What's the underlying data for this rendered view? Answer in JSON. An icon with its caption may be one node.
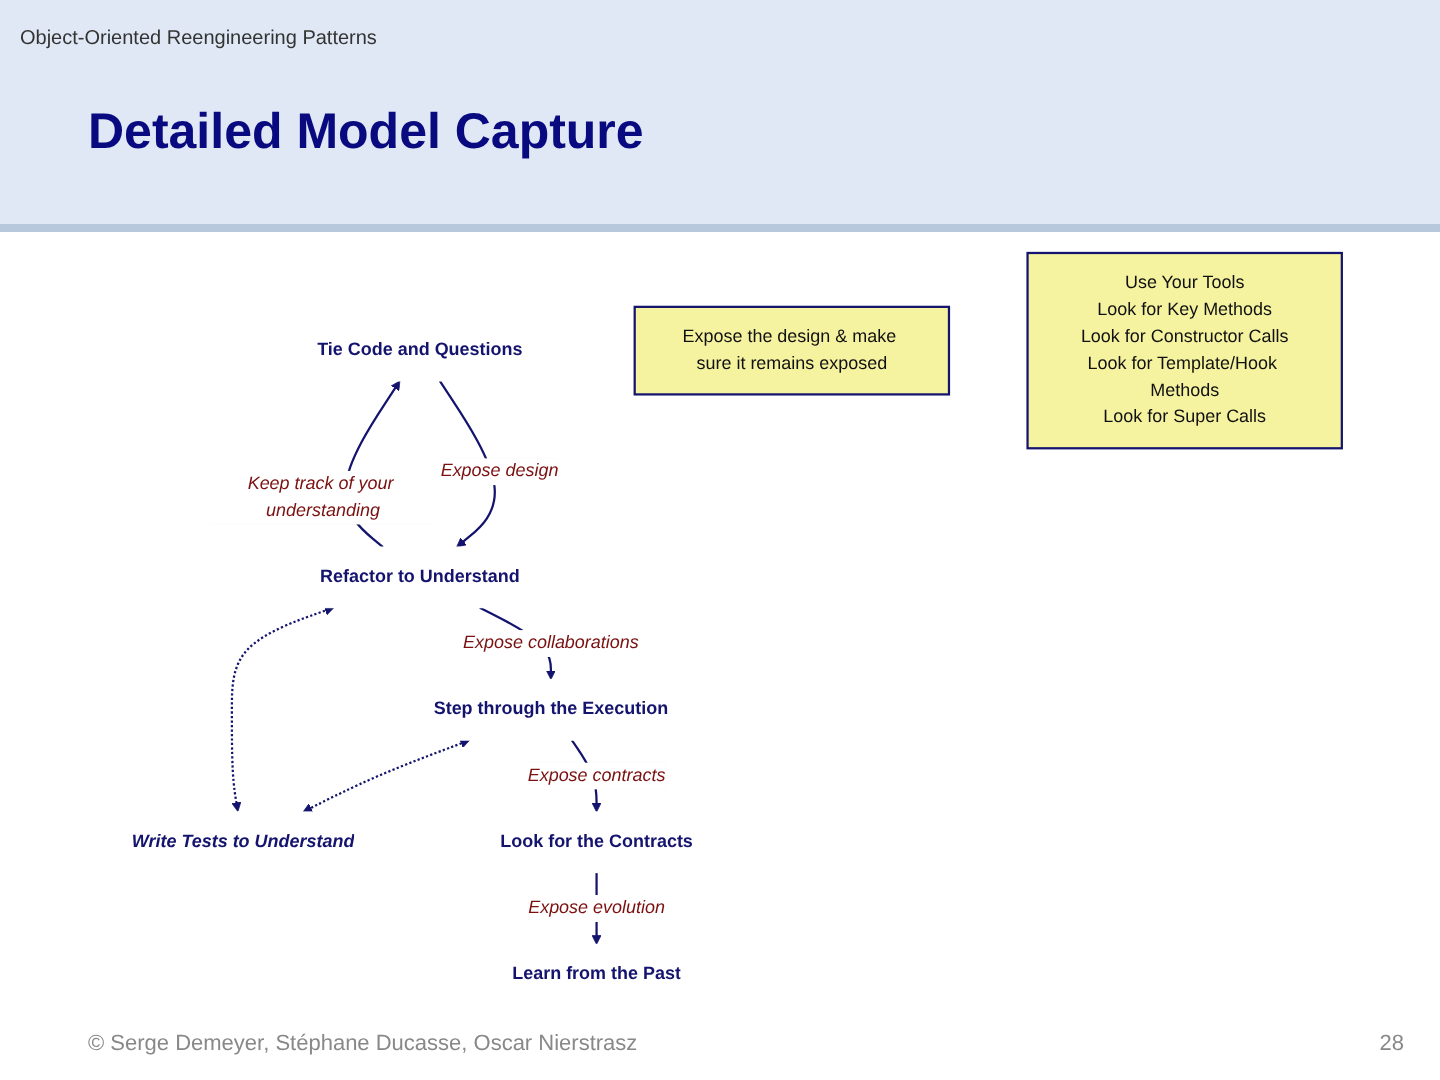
{
  "diagram": {
    "title": "Detailed Model Capture",
    "nodes": [
      {
        "text": [
          "Tie Code and Questions"
        ]
      },
      {
        "text": [
          "Expose the design & make sure it remains exposed"
        ]
      },
      {
        "text": [
          "Refactor to Understand"
        ]
      },
      {
        "text": [
          "Step through the Execution"
        ]
      },
      {
        "text": [
          "Write Tests to Understand"
        ]
      },
      {
        "text": [
          "Look for the Contracts"
        ]
      },
      {
        "text": [
          "Learn from the Past"
        ]
      },
      {
        "text": [
          "Use Your Tools",
          "Look for Key Methods",
          "Look for Constructor Calls",
          "Look for Template/Hook Methods",
          "Look for Super Calls"
        ]
      }
    ],
    "edges": [
      {
        "from": 0,
        "to": 2,
        "arrow": "to",
        "label": "Expose design"
      },
      {
        "from": 2,
        "to": 0,
        "arrow": "to",
        "label": "Keep track of your understanding"
      },
      {
        "from": 2,
        "to": 3,
        "arrow": "to",
        "label": "Expose collaborations"
      },
      {
        "from": 4,
        "to": 2,
        "arrow": "both",
        "style": "dashed"
      },
      {
        "from": 3,
        "to": 4,
        "arrow": "both",
        "style": "dashed"
      },
      {
        "from": 3,
        "to": 5,
        "arrow": "to",
        "label": "Expose contracts"
      },
      {
        "from": 5,
        "to": 6,
        "arrow": "to",
        "label": "Expose evolution"
      }
    ],
    "labels": [
      "Object-Oriented Reengineering Patterns",
      "© Serge Demeyer, Stéphane Ducasse, Oscar Nierstrasz",
      "28"
    ]
  }
}
